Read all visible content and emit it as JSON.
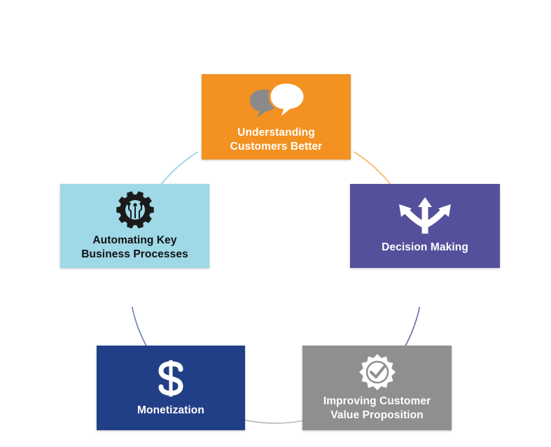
{
  "nodes": [
    {
      "id": "understanding",
      "label": "Understanding\nCustomers Better",
      "icon": "speech-bubbles-icon",
      "color": "#f39121",
      "text_color": "#ffffff"
    },
    {
      "id": "decision",
      "label": "Decision Making",
      "icon": "split-arrows-icon",
      "color": "#55509c",
      "text_color": "#ffffff"
    },
    {
      "id": "improving",
      "label": "Improving Customer\nValue Proposition",
      "icon": "badge-check-icon",
      "color": "#8f8f8f",
      "text_color": "#ffffff"
    },
    {
      "id": "monetization",
      "label": "Monetization",
      "icon": "dollar-icon",
      "color": "#213f86",
      "text_color": "#ffffff"
    },
    {
      "id": "automating",
      "label": "Automating Key\nBusiness Processes",
      "icon": "gear-circuit-icon",
      "color": "#9fd8e7",
      "text_color": "#111111"
    }
  ],
  "ring": {
    "segment_colors": [
      "#f7b56b",
      "#6a66b0",
      "#b8b8b8",
      "#6a7fb8",
      "#8fd0e2"
    ]
  }
}
